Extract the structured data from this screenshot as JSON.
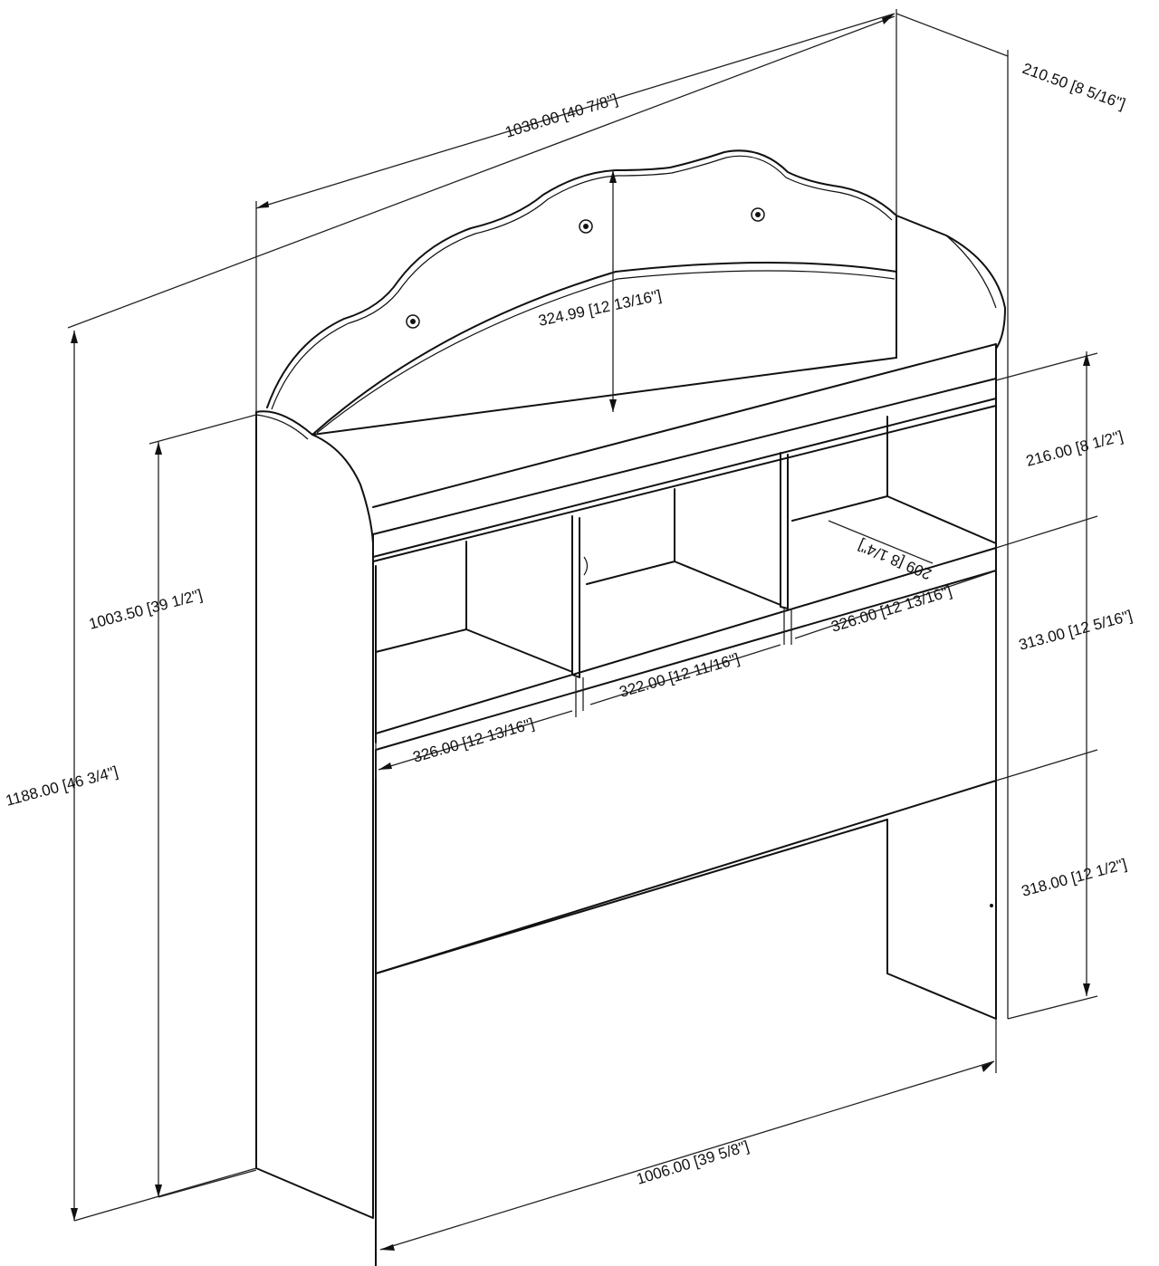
{
  "dimensions": {
    "overall_width_top": "1038.00 [40 7/8\"]",
    "depth": "210.50 [8 5/16\"]",
    "arch_height": "324.99 [12 13/16\"]",
    "overall_height": "1188.00 [46 3/4\"]",
    "front_height": "1003.50 [39 1/2\"]",
    "top_section_height": "216.00 [8 1/2\"]",
    "cubby_height": "313.00 [12 5/16\"]",
    "bottom_height": "318.00 [12 1/2\"]",
    "cubby_left_width": "326.00 [12 13/16\"]",
    "cubby_middle_width": "322.00 [12 11/16\"]",
    "cubby_right_width": "326.00 [12 13/16\"]",
    "cubby_depth": "209 [8 1/4\"]",
    "overall_width_bottom": "1006.00 [39 5/8\"]"
  }
}
